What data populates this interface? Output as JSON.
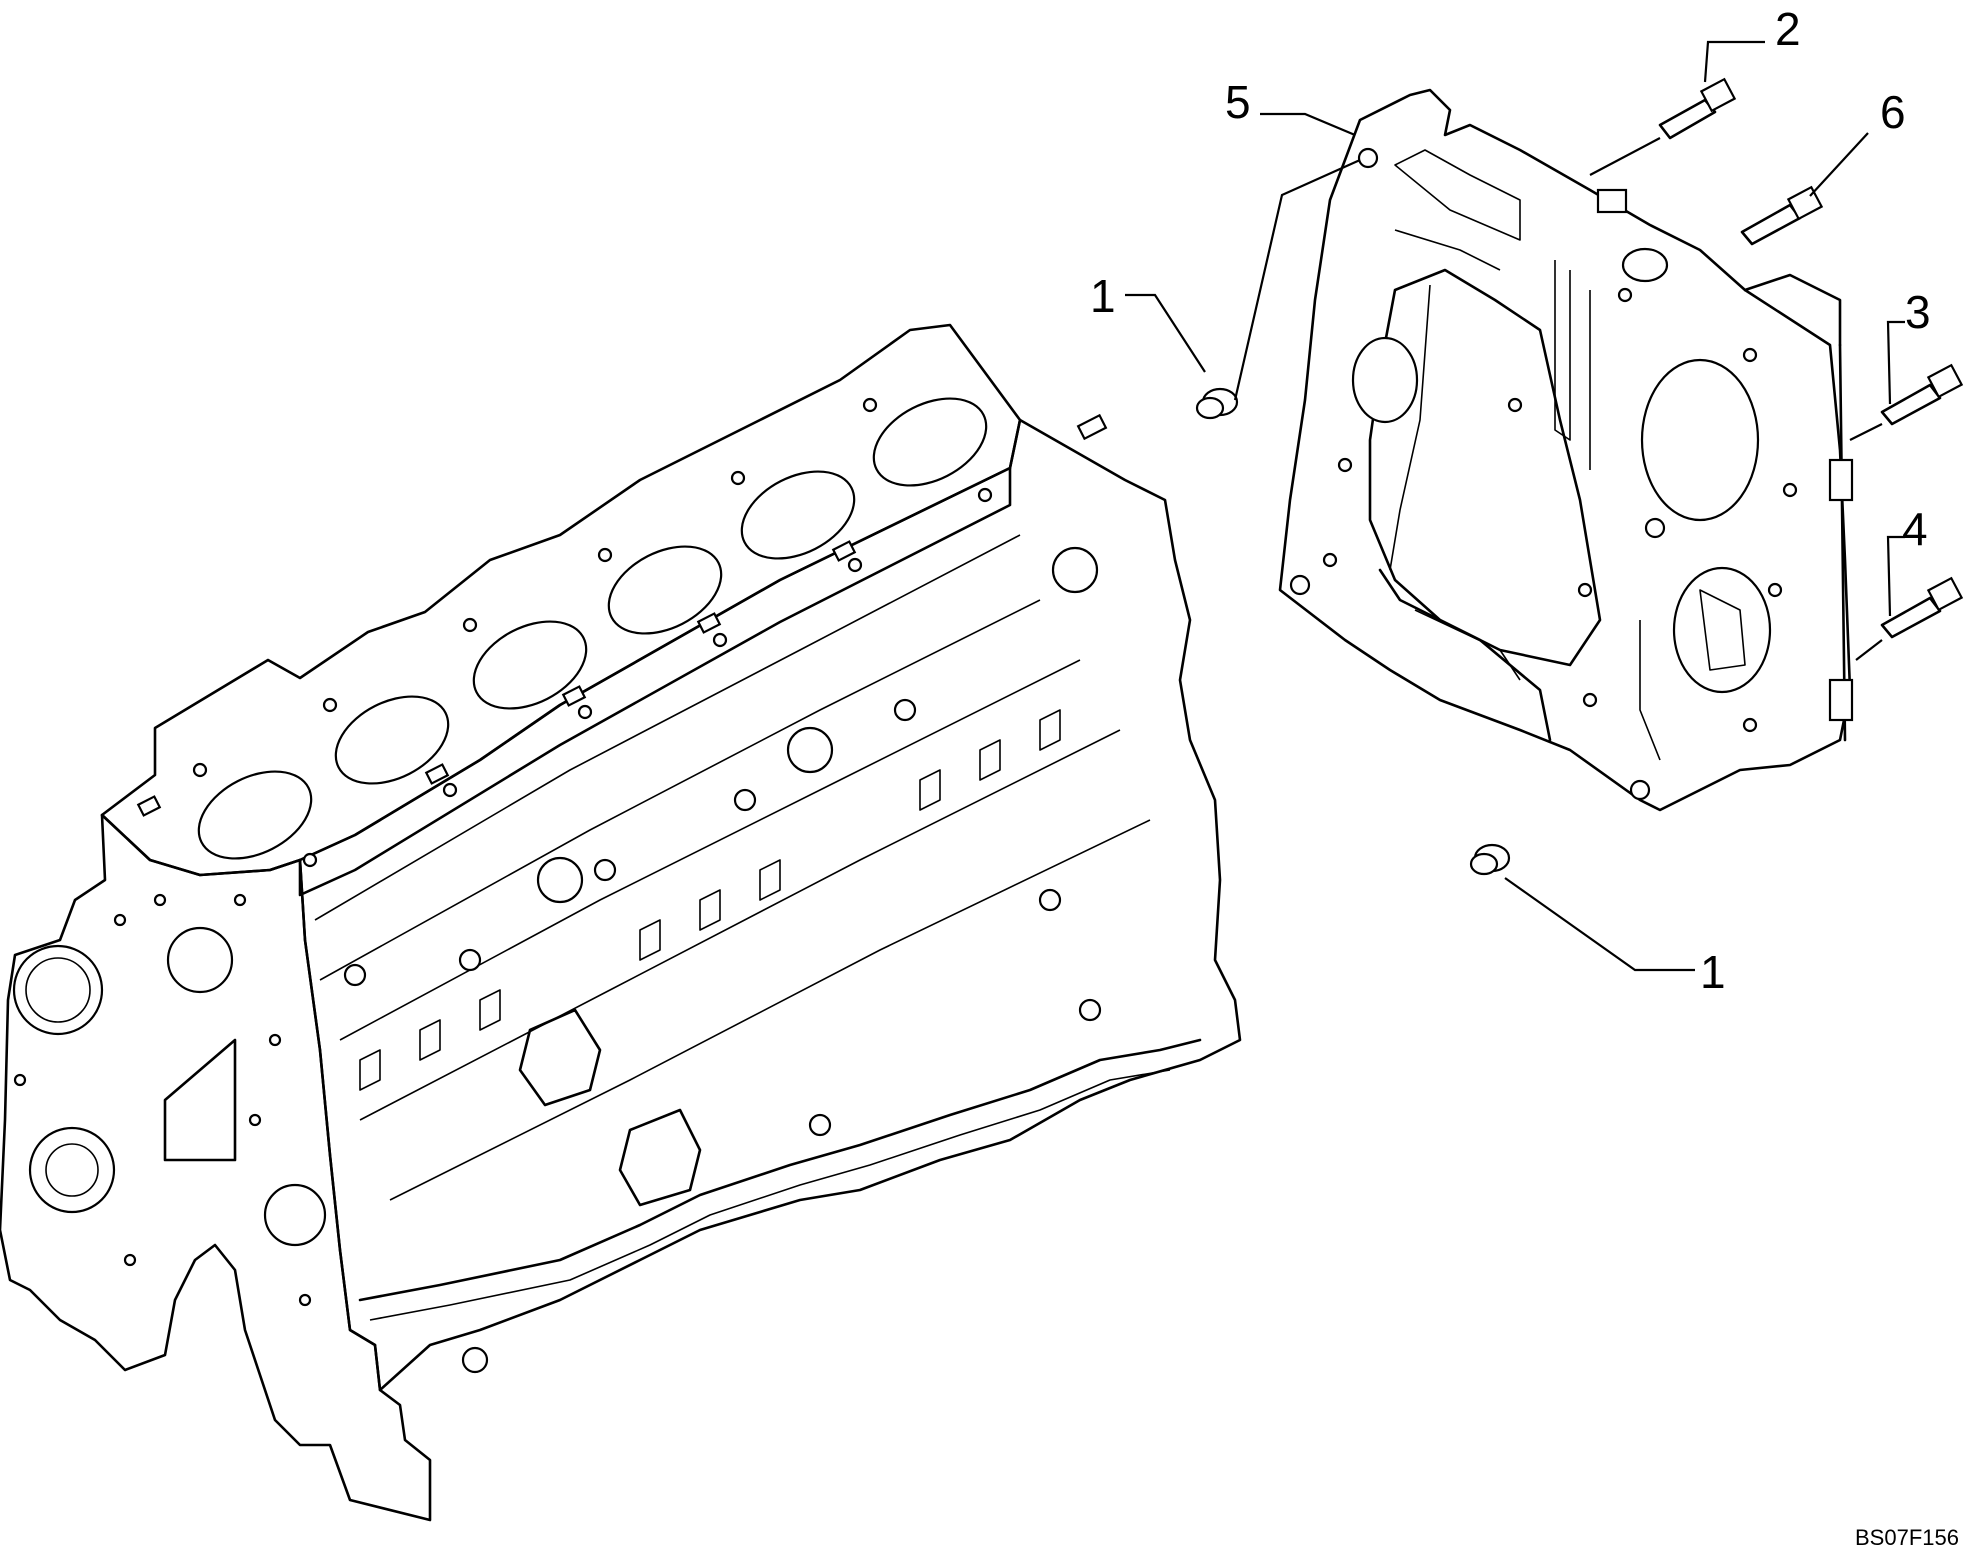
{
  "callouts": {
    "n1a": "1",
    "n1b": "1",
    "n2": "2",
    "n3": "3",
    "n4": "4",
    "n5": "5",
    "n6": "6"
  },
  "figure_code": "BS07F156"
}
